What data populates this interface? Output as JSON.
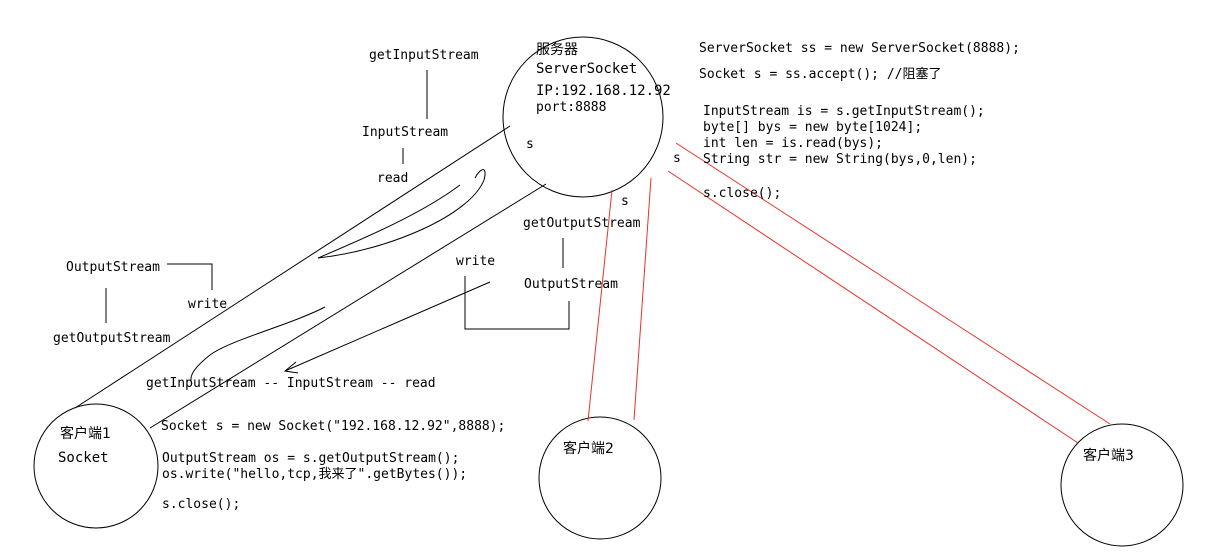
{
  "server": {
    "title": "服务器",
    "class_name": "ServerSocket",
    "ip": "IP:192.168.12.92",
    "port": "port:8888"
  },
  "server_code": {
    "line1": "ServerSocket ss = new ServerSocket(8888);",
    "line2": "Socket s = ss.accept(); //阻塞了",
    "line3": "InputStream is = s.getInputStream();",
    "line4": "byte[] bys = new byte[1024];",
    "line5": "int len = is.read(bys);",
    "line6": "String str = new String(bys,0,len);",
    "line7": "s.close();"
  },
  "client1": {
    "title": "客户端1",
    "class_name": "Socket"
  },
  "client1_code": {
    "line1": "Socket s = new Socket(\"192.168.12.92\",8888);",
    "line2": "OutputStream os = s.getOutputStream();",
    "line3": "os.write(\"hello,tcp,我来了\".getBytes());",
    "line4": "s.close();"
  },
  "client2": {
    "title": "客户端2"
  },
  "client3": {
    "title": "客户端3"
  },
  "labels": {
    "getInputStream_top": "getInputStream",
    "InputStream_top": "InputStream",
    "read_top": "read",
    "OutputStream_left": "OutputStream",
    "write_left": "write",
    "getOutputStream_left": "getOutputStream",
    "getOutputStream_mid": "getOutputStream",
    "write_mid": "write",
    "OutputStream_mid": "OutputStream",
    "bottom_chain": "getInputStream -- InputStream -- read",
    "s_server_left": "s",
    "s_server_right": "s",
    "s_server_bottom": "s"
  },
  "colors": {
    "line": "#000000",
    "connection_extra": "#e8332b"
  }
}
